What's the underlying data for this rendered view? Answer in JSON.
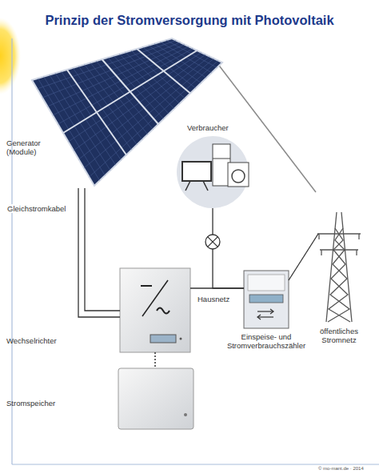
{
  "diagram": {
    "title": "Prinzip der Stromversorgung mit Photovoltaik",
    "nodes": [
      {
        "text": [
          "Generator (Module)"
        ]
      },
      {
        "text": [
          "Verbraucher"
        ]
      },
      {
        "text": [
          "Wechselrichter"
        ]
      },
      {
        "text": [
          "Einspeise- und Stromverbrauchszähler"
        ]
      },
      {
        "text": [
          "öffentliches Stromnetz"
        ]
      },
      {
        "text": [
          "Stromspeicher"
        ]
      }
    ],
    "edges": [
      {
        "from": 0,
        "to": 2,
        "label": "Gleichstromkabel",
        "arrow": "none"
      },
      {
        "from": 2,
        "to": 3,
        "label": "Hausnetz",
        "arrow": "none"
      },
      {
        "from": 1,
        "to": 3,
        "arrow": "none"
      },
      {
        "from": 3,
        "to": 4,
        "arrow": "none"
      },
      {
        "from": 2,
        "to": 5,
        "arrow": "none"
      }
    ],
    "labels": [
      "© mo-mant.de · 2014"
    ]
  }
}
